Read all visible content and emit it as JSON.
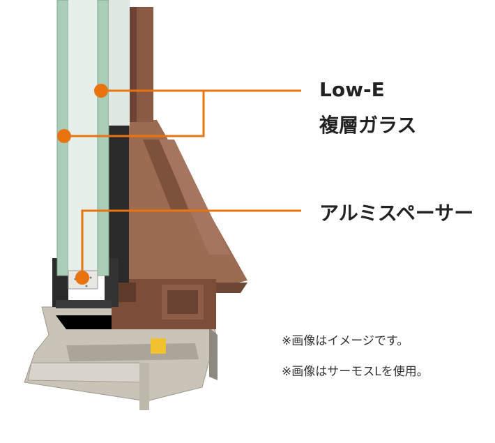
{
  "labels": {
    "low_e_line1": "Low-E",
    "low_e_line2": "複層ガラス",
    "spacer": "アルミスペーサー"
  },
  "notes": {
    "image_note": "※画像はイメージです。",
    "product_note": "※画像はサーモスLを使用。"
  },
  "colors": {
    "callout": "#e8730f",
    "glass": "#a9cdb6",
    "wood_frame": "#8a5a44",
    "aluminum": "#c9c3b8",
    "spacer_black": "#2a2a2a",
    "clip_yellow": "#f2c12e"
  }
}
